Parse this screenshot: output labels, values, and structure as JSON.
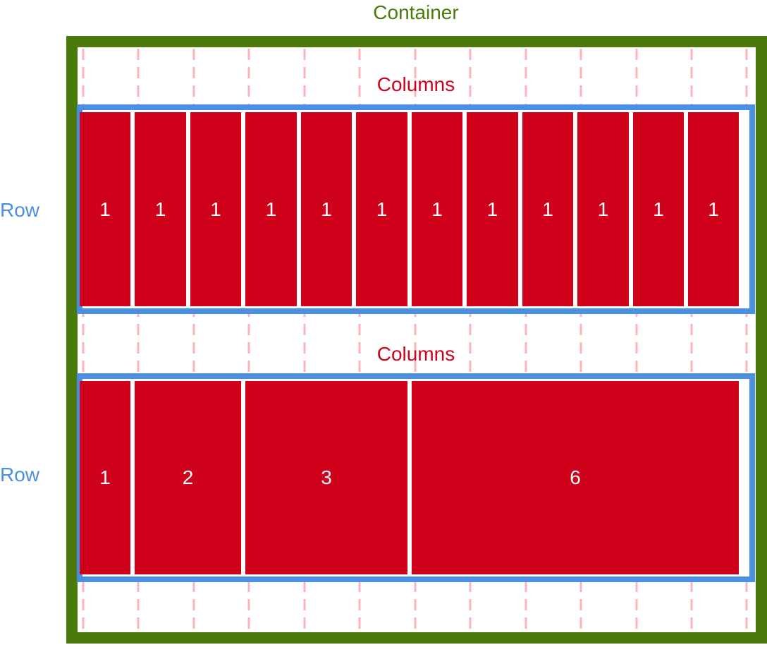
{
  "container": {
    "title": "Container"
  },
  "rows": [
    {
      "label": "Row",
      "columns_label": "Columns",
      "columns": [
        {
          "span": 1,
          "label": "1"
        },
        {
          "span": 1,
          "label": "1"
        },
        {
          "span": 1,
          "label": "1"
        },
        {
          "span": 1,
          "label": "1"
        },
        {
          "span": 1,
          "label": "1"
        },
        {
          "span": 1,
          "label": "1"
        },
        {
          "span": 1,
          "label": "1"
        },
        {
          "span": 1,
          "label": "1"
        },
        {
          "span": 1,
          "label": "1"
        },
        {
          "span": 1,
          "label": "1"
        },
        {
          "span": 1,
          "label": "1"
        },
        {
          "span": 1,
          "label": "1"
        }
      ]
    },
    {
      "label": "Row",
      "columns_label": "Columns",
      "columns": [
        {
          "span": 1,
          "label": "1"
        },
        {
          "span": 2,
          "label": "2"
        },
        {
          "span": 3,
          "label": "3"
        },
        {
          "span": 6,
          "label": "6"
        }
      ]
    }
  ],
  "colors": {
    "container": "#4a7a0a",
    "row": "#4a90e2",
    "column": "#d0021b",
    "gridline": "#ffb3b8"
  }
}
